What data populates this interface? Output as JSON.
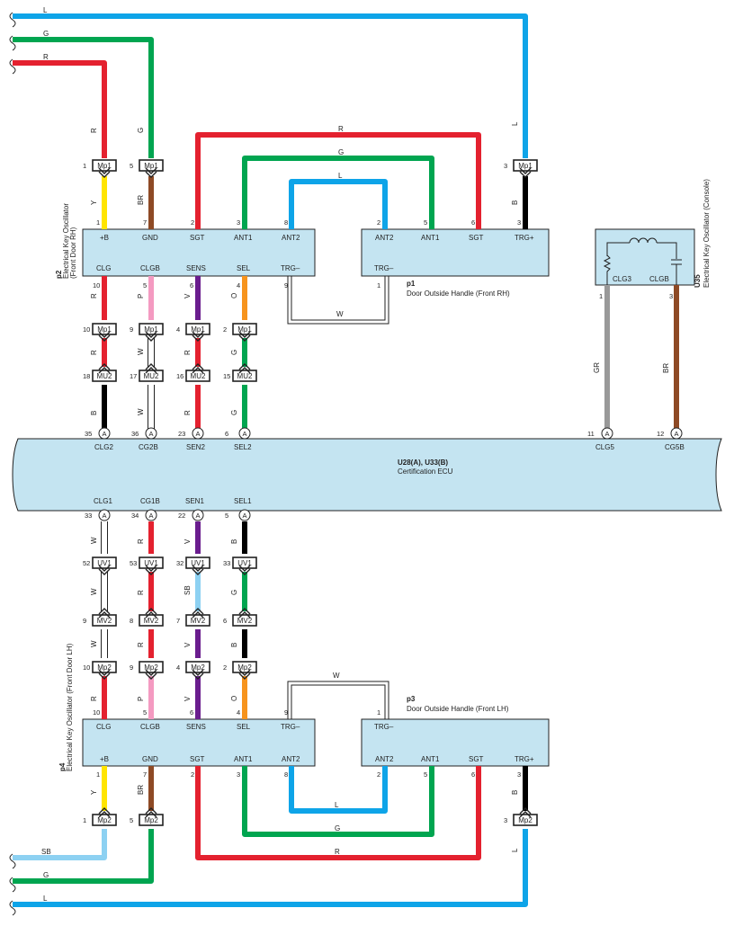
{
  "colors": {
    "R": "#e4212f",
    "G": "#00a550",
    "L": "#0ea4e8",
    "Y": "#ffe500",
    "BR": "#8e4a25",
    "B": "#000000",
    "P": "#f49ac1",
    "V": "#6a1d8e",
    "O": "#f7941d",
    "GR": "#999999",
    "SB": "#8dd1f2",
    "box": "#c4e4f1"
  },
  "ecu": {
    "id": "U28(A), U33(B)",
    "name": "Certification ECU",
    "top_pins": [
      {
        "num": "35",
        "conn": "A",
        "label": "CLG2"
      },
      {
        "num": "36",
        "conn": "A",
        "label": "CG2B"
      },
      {
        "num": "23",
        "conn": "A",
        "label": "SEN2"
      },
      {
        "num": "6",
        "conn": "A",
        "label": "SEL2"
      },
      {
        "num": "11",
        "conn": "A",
        "label": "CLG5"
      },
      {
        "num": "12",
        "conn": "A",
        "label": "CG5B"
      }
    ],
    "bottom_pins": [
      {
        "num": "33",
        "conn": "A",
        "label": "CLG1"
      },
      {
        "num": "34",
        "conn": "A",
        "label": "CG1B"
      },
      {
        "num": "22",
        "conn": "A",
        "label": "SEN1"
      },
      {
        "num": "5",
        "conn": "A",
        "label": "SEL1"
      }
    ]
  },
  "osc_rh": {
    "id": "p2",
    "name": "Electrical Key Oscillator",
    "location": "(Front Door RH)",
    "top_pins": [
      {
        "num": "1",
        "label": "+B"
      },
      {
        "num": "7",
        "label": "GND"
      },
      {
        "num": "2",
        "label": "SGT"
      },
      {
        "num": "3",
        "label": "ANT1"
      },
      {
        "num": "8",
        "label": "ANT2"
      }
    ],
    "bottom_pins": [
      {
        "num": "10",
        "label": "CLG"
      },
      {
        "num": "5",
        "label": "CLGB"
      },
      {
        "num": "6",
        "label": "SENS"
      },
      {
        "num": "4",
        "label": "SEL"
      },
      {
        "num": "9",
        "label": "TRG–"
      }
    ]
  },
  "handle_rh": {
    "id": "p1",
    "name": "Door Outside Handle (Front RH)",
    "top_pins": [
      {
        "num": "2",
        "label": "ANT2"
      },
      {
        "num": "5",
        "label": "ANT1"
      },
      {
        "num": "6",
        "label": "SGT"
      },
      {
        "num": "3",
        "label": "TRG+"
      }
    ],
    "bottom_pins": [
      {
        "num": "1",
        "label": "TRG–"
      }
    ]
  },
  "osc_console": {
    "id": "U35",
    "name": "Electrical Key Oscillator (Console)",
    "labels": [
      "CLG3",
      "CLGB"
    ],
    "pins": [
      "1",
      "3"
    ]
  },
  "osc_lh": {
    "id": "p4",
    "name": "Electrical Key Oscillator (Front Door LH)",
    "top_pins": [
      {
        "num": "10",
        "label": "CLG"
      },
      {
        "num": "5",
        "label": "CLGB"
      },
      {
        "num": "6",
        "label": "SENS"
      },
      {
        "num": "4",
        "label": "SEL"
      },
      {
        "num": "9",
        "label": "TRG–"
      }
    ],
    "bottom_pins": [
      {
        "num": "1",
        "label": "+B"
      },
      {
        "num": "7",
        "label": "GND"
      },
      {
        "num": "2",
        "label": "SGT"
      },
      {
        "num": "3",
        "label": "ANT1"
      },
      {
        "num": "8",
        "label": "ANT2"
      }
    ]
  },
  "handle_lh": {
    "id": "p3",
    "name": "Door Outside Handle (Front LH)",
    "top_pins": [
      {
        "num": "1",
        "label": "TRG–"
      }
    ],
    "bottom_pins": [
      {
        "num": "2",
        "label": "ANT2"
      },
      {
        "num": "5",
        "label": "ANT1"
      },
      {
        "num": "6",
        "label": "SGT"
      },
      {
        "num": "3",
        "label": "TRG+"
      }
    ]
  },
  "connectors": {
    "rh_upper": [
      {
        "num": "1",
        "name": "Mp1"
      },
      {
        "num": "5",
        "name": "Mp1"
      },
      {
        "num": "3",
        "name": "Mp1"
      }
    ],
    "rh_lower": [
      {
        "num": "10",
        "name": "Mp1"
      },
      {
        "num": "9",
        "name": "Mp1"
      },
      {
        "num": "4",
        "name": "Mp1"
      },
      {
        "num": "2",
        "name": "Mp1"
      }
    ],
    "mu2": [
      {
        "num": "18",
        "name": "MU2"
      },
      {
        "num": "17",
        "name": "MU2"
      },
      {
        "num": "16",
        "name": "MU2"
      },
      {
        "num": "15",
        "name": "MU2"
      }
    ],
    "uv1": [
      {
        "num": "52",
        "name": "UV1"
      },
      {
        "num": "53",
        "name": "UV1"
      },
      {
        "num": "32",
        "name": "UV1"
      },
      {
        "num": "33",
        "name": "UV1"
      }
    ],
    "mv2": [
      {
        "num": "9",
        "name": "MV2"
      },
      {
        "num": "8",
        "name": "MV2"
      },
      {
        "num": "7",
        "name": "MV2"
      },
      {
        "num": "6",
        "name": "MV2"
      }
    ],
    "lh_upper": [
      {
        "num": "10",
        "name": "Mp2"
      },
      {
        "num": "9",
        "name": "Mp2"
      },
      {
        "num": "4",
        "name": "Mp2"
      },
      {
        "num": "2",
        "name": "Mp2"
      }
    ],
    "lh_lower": [
      {
        "num": "1",
        "name": "Mp2"
      },
      {
        "num": "5",
        "name": "Mp2"
      },
      {
        "num": "3",
        "name": "Mp2"
      }
    ]
  },
  "wire_labels": {
    "top_feeds": [
      "L",
      "G",
      "R"
    ],
    "bottom_feeds": [
      "SB",
      "G",
      "L"
    ],
    "rh_loops": [
      "R",
      "G",
      "L",
      "W"
    ],
    "lh_loops": [
      "W",
      "L",
      "G",
      "R"
    ],
    "rh_feed_cols": [
      "R",
      "G",
      "L"
    ],
    "rh_upper_cols": [
      "Y",
      "BR",
      "B"
    ],
    "rh_lower_a": [
      "R",
      "P",
      "V",
      "O"
    ],
    "rh_lower_b": [
      "R",
      "W",
      "R",
      "G"
    ],
    "rh_lower_c": [
      "B",
      "W",
      "R",
      "G"
    ],
    "console_cols": [
      "GR",
      "BR"
    ],
    "lh_a": [
      "W",
      "R",
      "V",
      "B"
    ],
    "lh_b": [
      "W",
      "R",
      "SB",
      "G"
    ],
    "lh_c": [
      "W",
      "R",
      "V",
      "B"
    ],
    "lh_d": [
      "R",
      "P",
      "V",
      "O"
    ],
    "lh_e": [
      "Y",
      "BR",
      "B"
    ],
    "lh_feed_cols": [
      "L"
    ]
  }
}
